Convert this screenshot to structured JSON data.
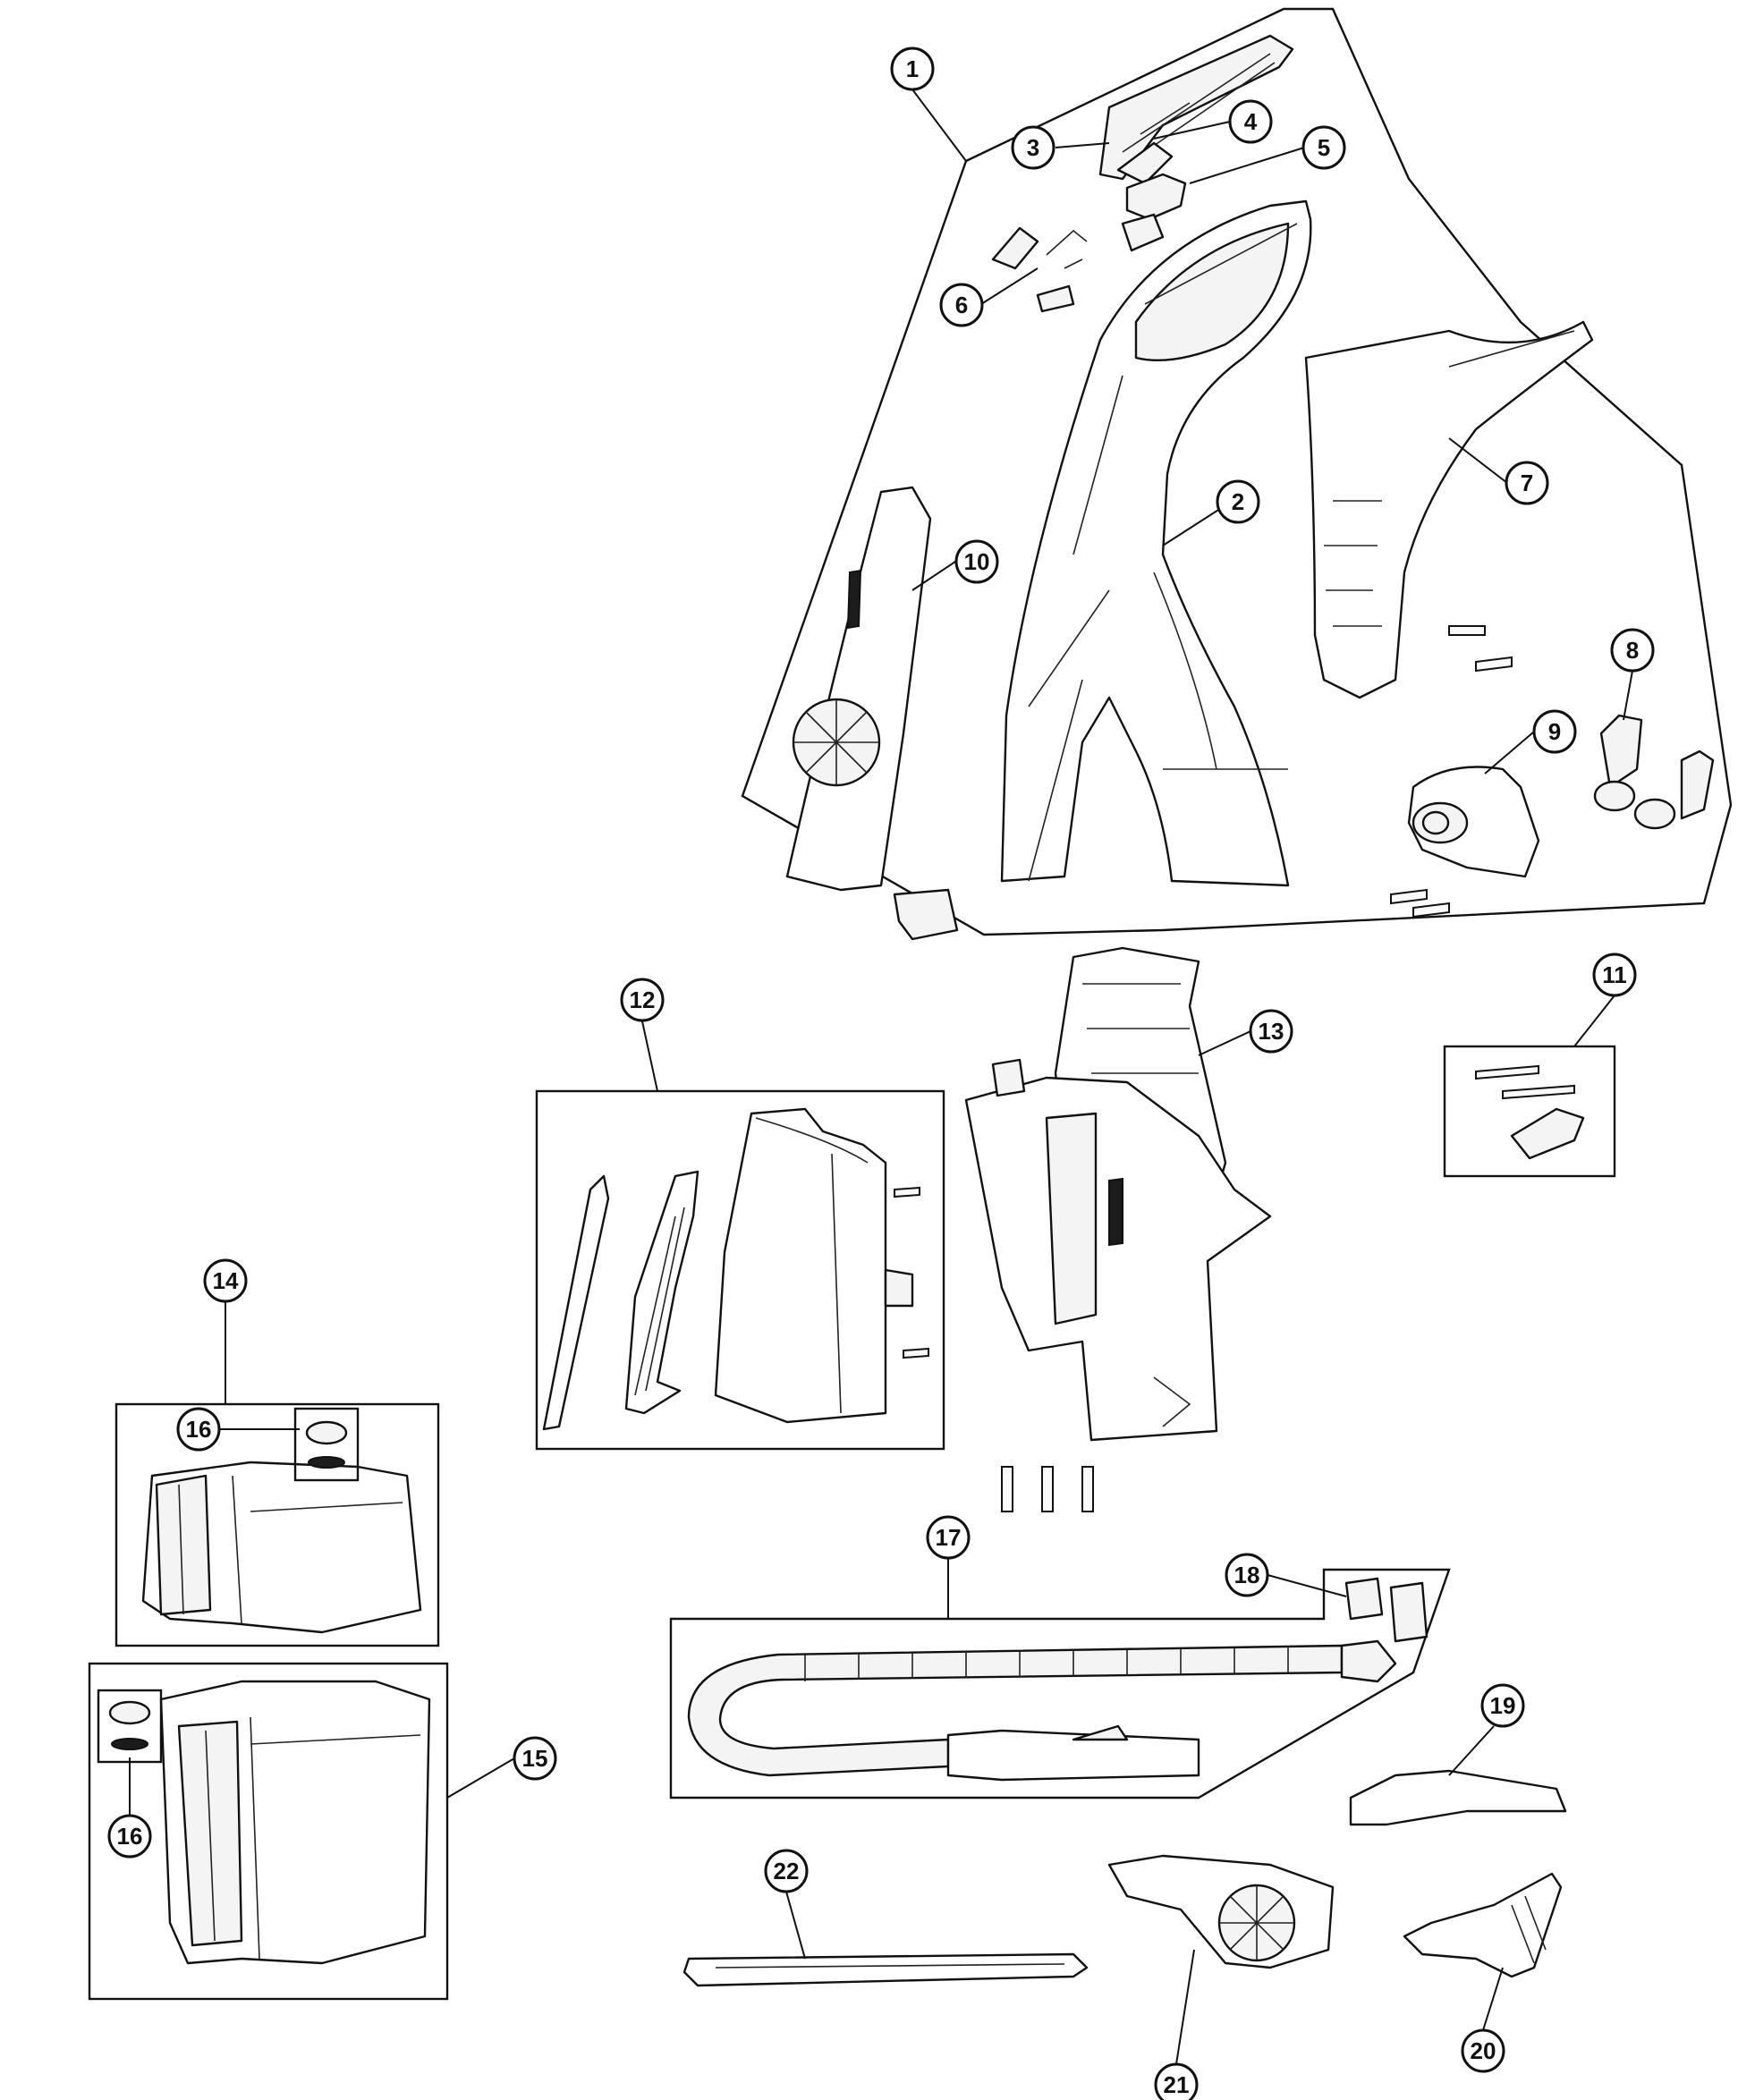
{
  "diagram": {
    "callouts": [
      {
        "id": "c1",
        "label": "1"
      },
      {
        "id": "c2",
        "label": "2"
      },
      {
        "id": "c3",
        "label": "3"
      },
      {
        "id": "c4",
        "label": "4"
      },
      {
        "id": "c5",
        "label": "5"
      },
      {
        "id": "c6",
        "label": "6"
      },
      {
        "id": "c7",
        "label": "7"
      },
      {
        "id": "c8",
        "label": "8"
      },
      {
        "id": "c9",
        "label": "9"
      },
      {
        "id": "c10",
        "label": "10"
      },
      {
        "id": "c11",
        "label": "11"
      },
      {
        "id": "c12",
        "label": "12"
      },
      {
        "id": "c13",
        "label": "13"
      },
      {
        "id": "c14",
        "label": "14"
      },
      {
        "id": "c15",
        "label": "15"
      },
      {
        "id": "c16a",
        "label": "16"
      },
      {
        "id": "c16b",
        "label": "16"
      },
      {
        "id": "c17",
        "label": "17"
      },
      {
        "id": "c18",
        "label": "18"
      },
      {
        "id": "c19",
        "label": "19"
      },
      {
        "id": "c20",
        "label": "20"
      },
      {
        "id": "c21",
        "label": "21"
      },
      {
        "id": "c22",
        "label": "22"
      }
    ]
  }
}
